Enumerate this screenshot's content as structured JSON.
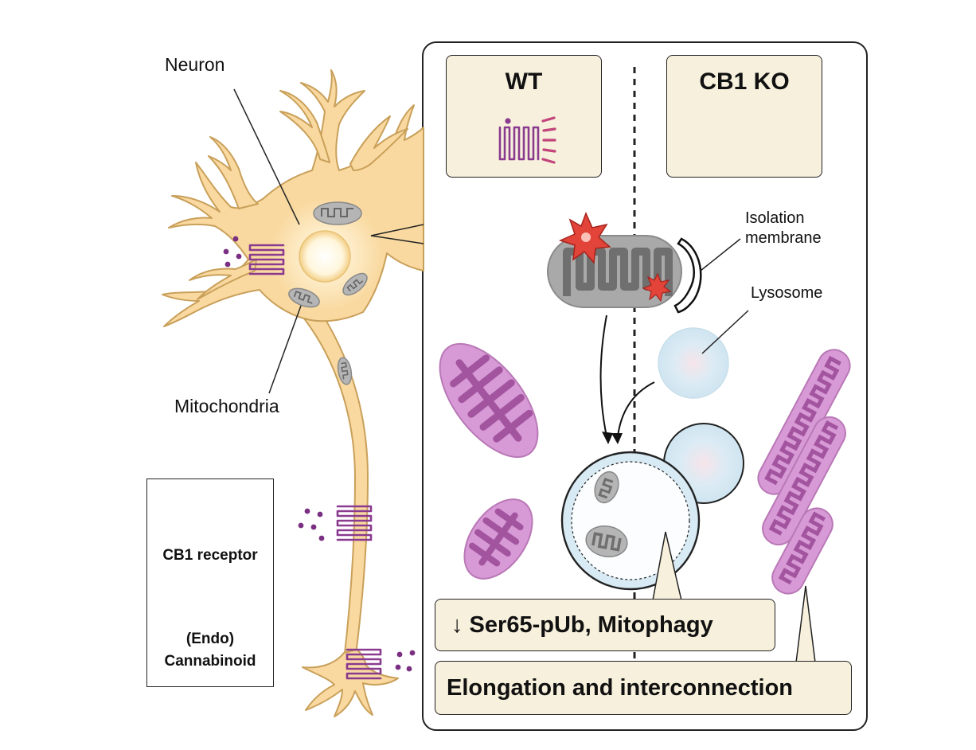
{
  "labels": {
    "neuron": "Neuron",
    "mitochondria": "Mitochondria",
    "isolation_membrane_line1": "Isolation",
    "isolation_membrane_line2": "membrane",
    "lysosome": "Lysosome"
  },
  "legend": {
    "cb1_receptor": "CB1 receptor",
    "endo_line1": "(Endo)",
    "endo_line2": "Cannabinoid"
  },
  "panel": {
    "wt_title": "WT",
    "ko_title": "CB1 KO",
    "callout_mitophagy": "↓ Ser65-pUb, Mitophagy",
    "callout_elongation": "Elongation and interconnection"
  },
  "colors": {
    "neuron_fill": "#f9d9a0",
    "neuron_stroke": "#c9a05a",
    "receptor_purple": "#8a3a8f",
    "ligand_purple": "#7a2f82",
    "mito_pink": "#d79ad6",
    "mito_grey": "#a8a8a8",
    "lysosome_blue": "#d6e9f3",
    "box_fill": "#f7f0dc",
    "burst_red": "#e2443a"
  }
}
